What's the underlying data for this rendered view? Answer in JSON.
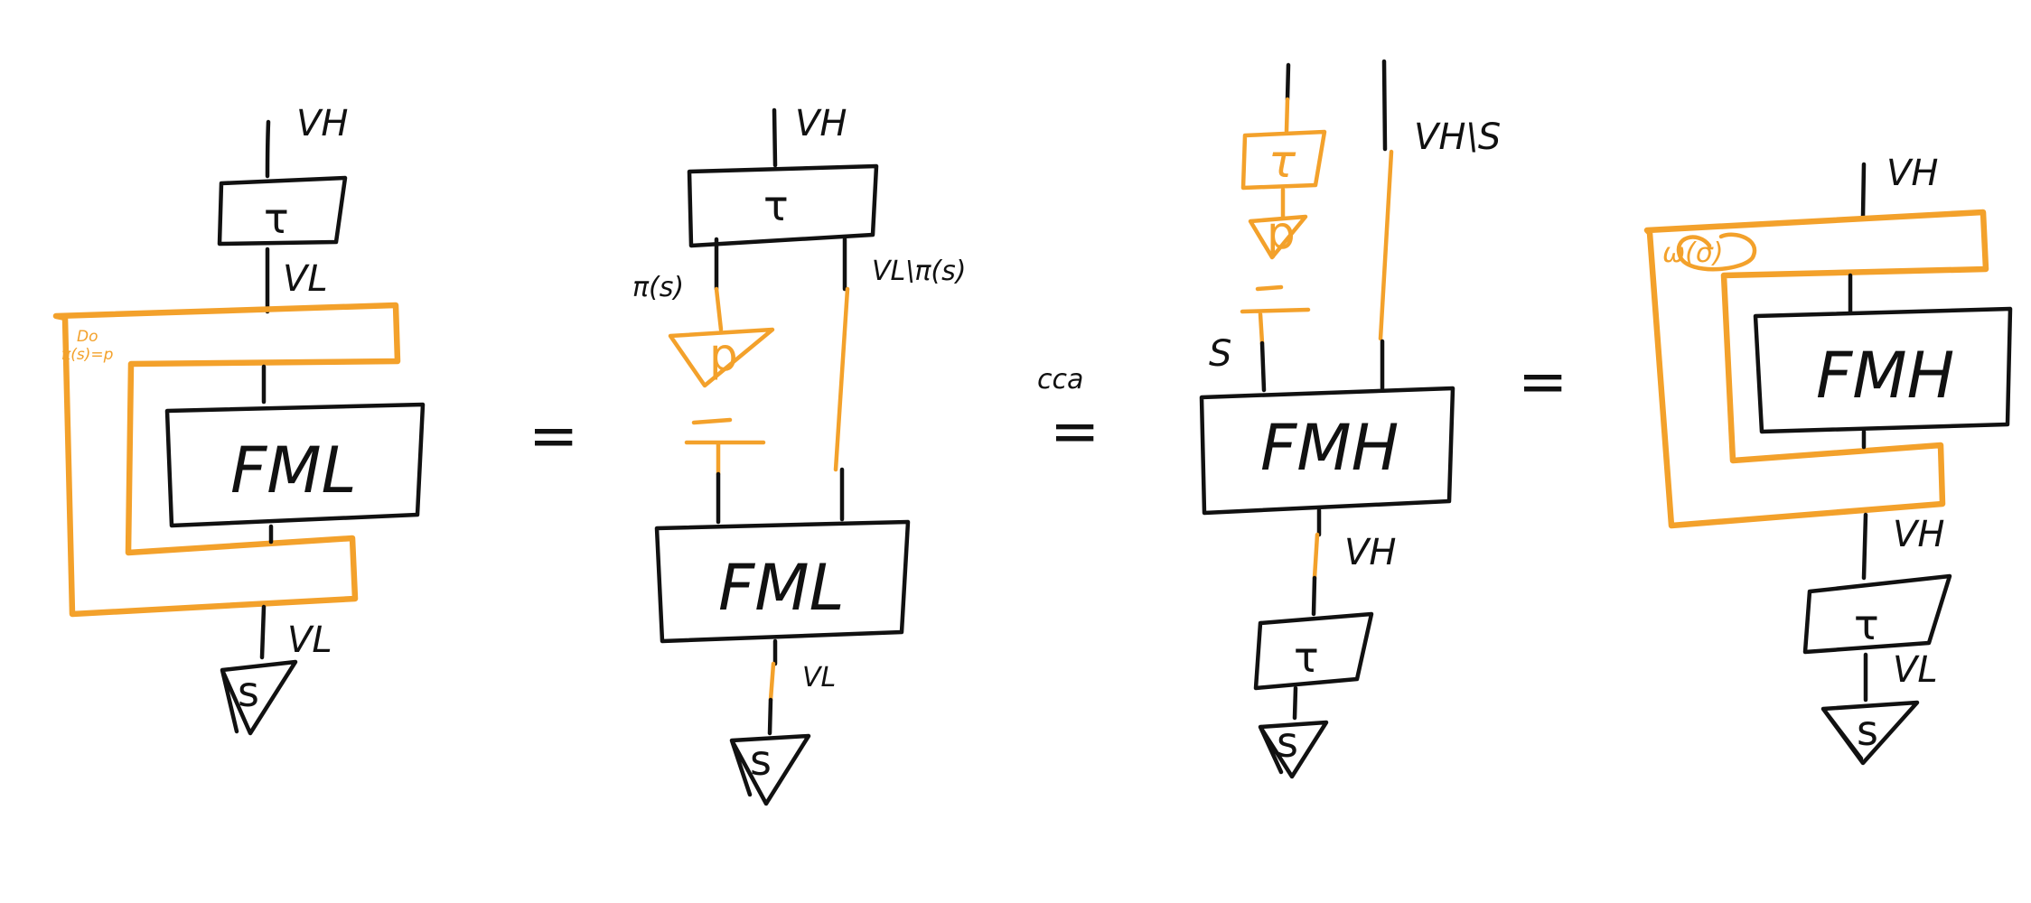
{
  "colors": {
    "ink": "#111111",
    "highlight": "#f3a12b",
    "background": "#ffffff"
  },
  "equals": [
    "=",
    "=",
    "="
  ],
  "cca_label": "cca",
  "diagram1": {
    "top_wire": "VH",
    "mid_wire": "VL",
    "bottom_wire": "VL",
    "tau_box": "τ",
    "main_box": "FML",
    "state": "s",
    "comb_label_do": "Do",
    "comb_label_cond": "π(s)=p"
  },
  "diagram2": {
    "top_wire": "VH",
    "left_wire": "π(s)",
    "right_wire": "VL\\π(s)",
    "bottom_wire": "VL",
    "tau_box": "τ",
    "main_box": "FML",
    "state_p": "p",
    "state_s": "s"
  },
  "diagram3": {
    "right_wire": "VH\\S",
    "s_wire": "S",
    "bottom_wire": "VH",
    "tau_box": "τ",
    "main_box": "FMH",
    "state_p": "p",
    "state_s": "s"
  },
  "diagram4": {
    "top_wire": "VH",
    "mid_wire": "VH",
    "bottom_wire": "VL",
    "comb_label": "ω(σ)",
    "main_box": "FMH",
    "tau_box": "τ",
    "state": "s"
  }
}
